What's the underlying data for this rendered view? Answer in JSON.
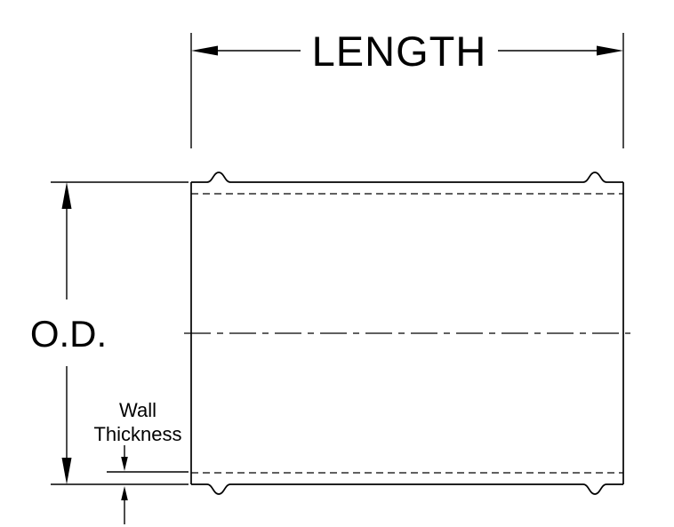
{
  "diagram": {
    "type": "technical-drawing",
    "subject": "straight tube / hose coupler with dimension callouts",
    "labels": {
      "length": "LENGTH",
      "outer_diameter": "O.D.",
      "wall_thickness_line1": "Wall",
      "wall_thickness_line2": "Thickness"
    },
    "colors": {
      "line": "#000000",
      "background": "#ffffff"
    }
  }
}
